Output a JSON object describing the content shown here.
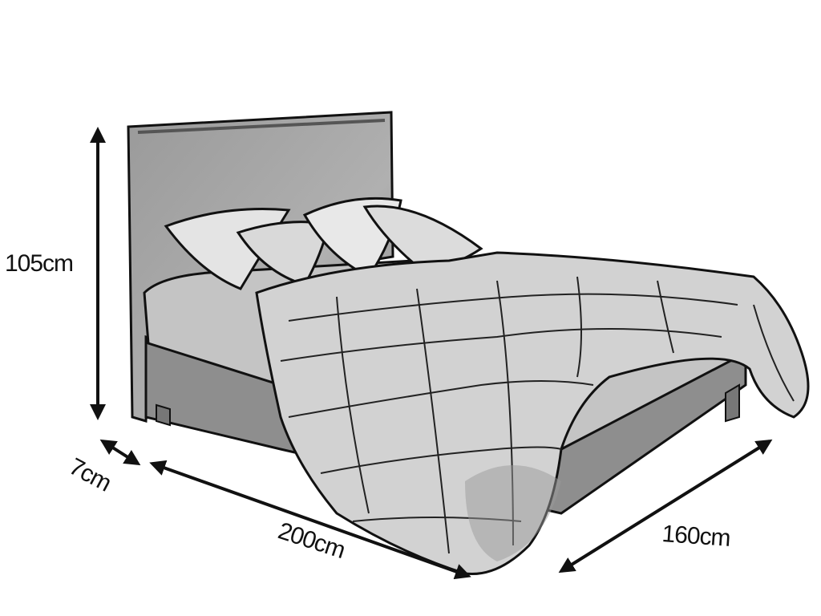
{
  "diagram": {
    "dimensions": {
      "height": "105cm",
      "frame_thickness": "7cm",
      "length": "200cm",
      "width": "160cm"
    },
    "colors": {
      "line": "#111111",
      "frame": "#8a8a8a",
      "fabric_light": "#e6e6e6",
      "fabric_mid": "#b5b5b5"
    }
  }
}
